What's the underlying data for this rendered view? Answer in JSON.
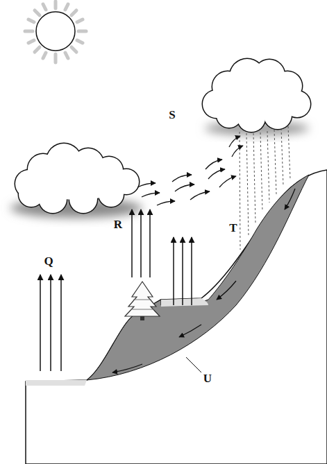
{
  "diagram": {
    "labels": [
      "S",
      "R",
      "T",
      "Q",
      "U"
    ]
  }
}
